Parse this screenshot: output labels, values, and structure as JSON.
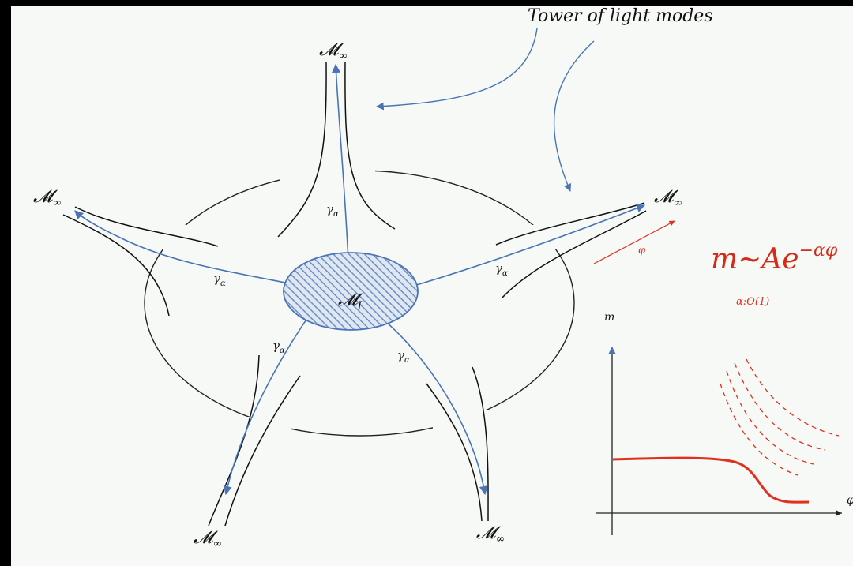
{
  "header": {
    "caption": "Tower of light modes"
  },
  "labels": {
    "moduli_infinity": "𝓜",
    "infinity_sub": "∞",
    "moduli_interior": "𝓜",
    "interior_sub": "I",
    "geodesic": "γ",
    "geodesic_sub": "α",
    "field": "φ"
  },
  "formula": {
    "main": "m~Ae",
    "exponent": "−αφ",
    "condition": "α:O(1)"
  },
  "graph": {
    "y_axis_label": "m",
    "x_axis_label": "φ"
  },
  "colors": {
    "background": "#f7f9f6",
    "frame": "#000000",
    "ink": "#111111",
    "arrow_blue": "#4a74b4",
    "accent_red": "#e0301e",
    "hatch_fill": "#b7c7e2"
  }
}
